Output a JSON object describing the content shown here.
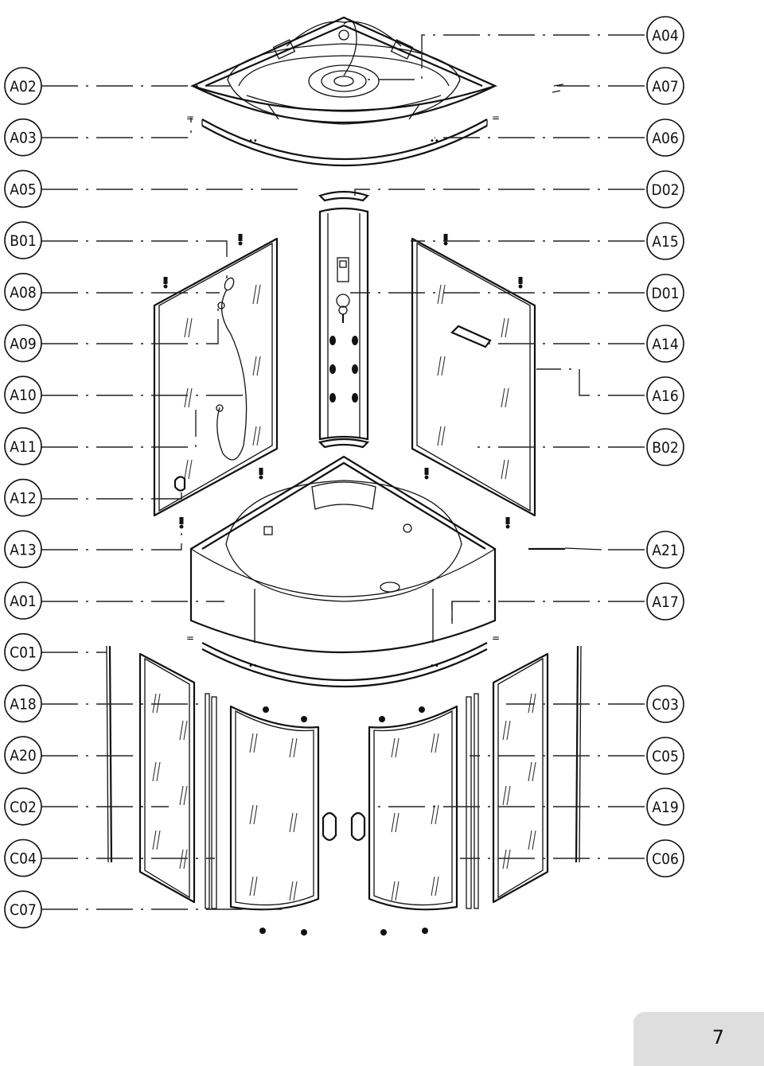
{
  "labels_left": [
    {
      "id": "A02"
    },
    {
      "id": "A03"
    },
    {
      "id": "A05"
    },
    {
      "id": "B01"
    },
    {
      "id": "A08"
    },
    {
      "id": "A09"
    },
    {
      "id": "A10"
    },
    {
      "id": "A11"
    },
    {
      "id": "A12"
    },
    {
      "id": "A13"
    },
    {
      "id": "A01"
    },
    {
      "id": "C01"
    },
    {
      "id": "A18"
    },
    {
      "id": "A20"
    },
    {
      "id": "C02"
    },
    {
      "id": "C04"
    },
    {
      "id": "C07"
    }
  ],
  "labels_right": [
    {
      "id": "A04"
    },
    {
      "id": "A07"
    },
    {
      "id": "A06"
    },
    {
      "id": "D02"
    },
    {
      "id": "A15"
    },
    {
      "id": "D01"
    },
    {
      "id": "A14"
    },
    {
      "id": "A16"
    },
    {
      "id": "B02"
    },
    {
      "id": "A21"
    },
    {
      "id": "A17"
    },
    {
      "id": "C03"
    },
    {
      "id": "C05"
    },
    {
      "id": "A19"
    },
    {
      "id": "C06"
    }
  ],
  "page_number": "7"
}
